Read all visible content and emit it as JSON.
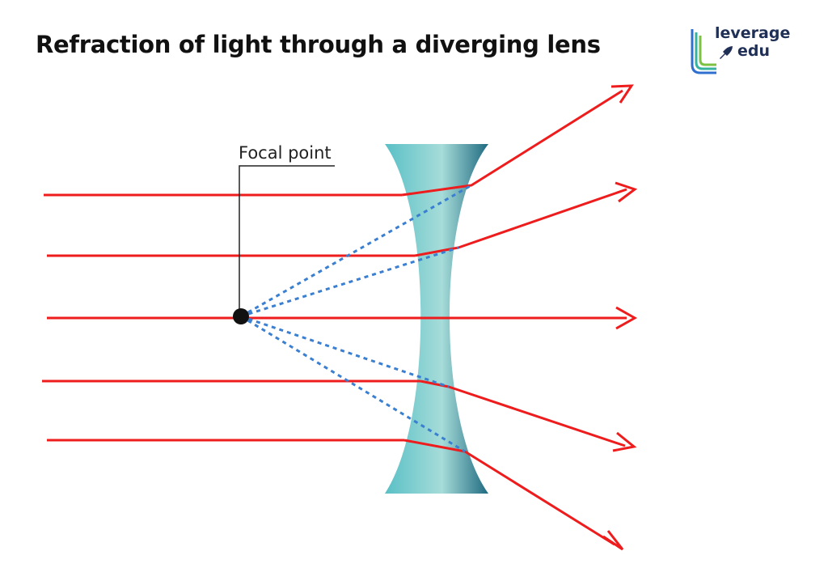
{
  "title": "Refraction of light through a diverging lens",
  "focal_label": "Focal point",
  "logo": {
    "line1": "leverage",
    "line2": "edu"
  },
  "colors": {
    "ray": "#ee1c1c",
    "virtual_ray": "#3a7fd0",
    "lens_dark": "#1f6a80",
    "lens_light": "#a6dcd9",
    "lens_mid": "#4bb8bf",
    "logo_text": "#1f2f56"
  }
}
